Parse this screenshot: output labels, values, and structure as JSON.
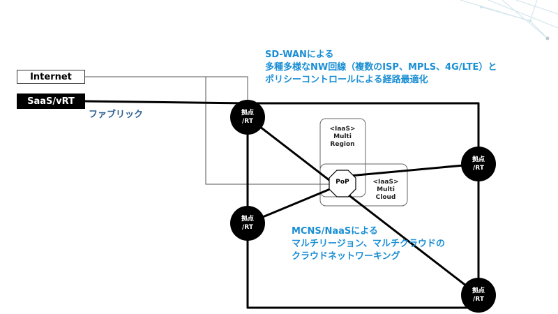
{
  "sources": {
    "internet": "Internet",
    "saas": "SaaS/vRT",
    "fabric": "ファブリック"
  },
  "sdwan": {
    "line1": "SD-WANによる",
    "line2": "多種多様なNW回線（複数のISP、MPLS、4G/LTE）と",
    "line3": "ポリシーコントロールによる経路最適化"
  },
  "mcns": {
    "line1": "MCNS/NaaSによる",
    "line2": "マルチリージョン、マルチクラウドの",
    "line3": "クラウドネットワーキング"
  },
  "nodes": [
    {
      "top": "拠点",
      "bottom": "/RT"
    },
    {
      "top": "拠点",
      "bottom": "/RT"
    },
    {
      "top": "拠点",
      "bottom": "/RT"
    },
    {
      "top": "拠点",
      "bottom": "/RT"
    }
  ],
  "iaas_region": {
    "line1": "<IaaS>",
    "line2": "Multi",
    "line3": "Region"
  },
  "iaas_cloud": {
    "line1": "<IaaS>",
    "line2": "Multi",
    "line3": "Cloud"
  },
  "pop": "PoP",
  "colors": {
    "accent": "#1a8ed4",
    "fabric_text": "#2e5f8f",
    "node": "#000000",
    "line": "#000000"
  }
}
